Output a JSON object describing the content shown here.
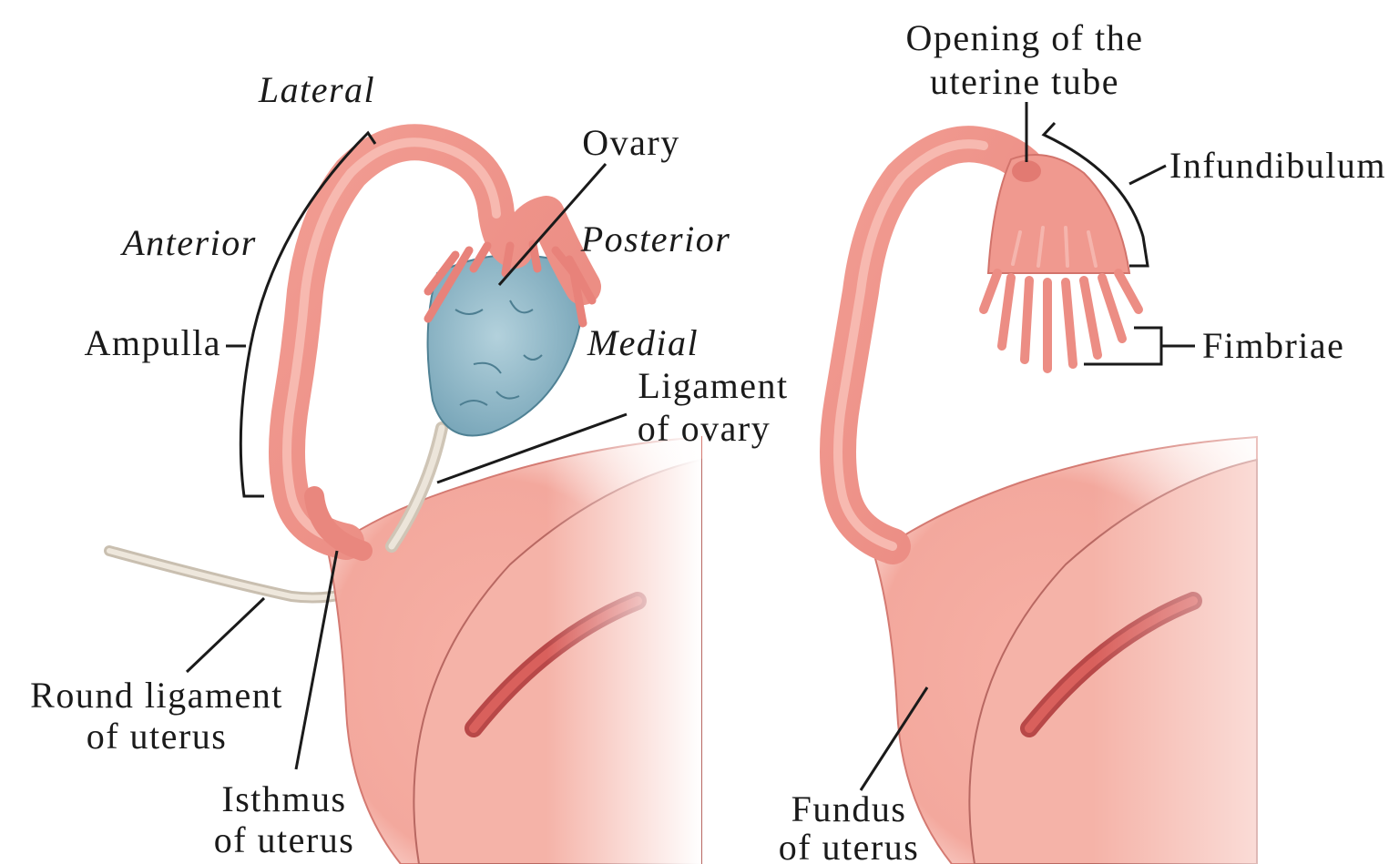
{
  "figures": {
    "left": {
      "directions": {
        "lateral": "Lateral",
        "anterior": "Anterior",
        "posterior": "Posterior",
        "medial": "Medial"
      },
      "labels": {
        "ovary": "Ovary",
        "ampulla": "Ampulla",
        "ligament_of_ovary_line1": "Ligament",
        "ligament_of_ovary_line2": "of ovary",
        "round_ligament_line1": "Round ligament",
        "round_ligament_line2": "of uterus",
        "isthmus_line1": "Isthmus",
        "isthmus_line2": "of uterus"
      }
    },
    "right": {
      "labels": {
        "opening_line1": "Opening of the",
        "opening_line2": "uterine tube",
        "infundibulum": "Infundibulum",
        "fimbriae": "Fimbriae",
        "fundus_line1": "Fundus",
        "fundus_line2": "of uterus"
      }
    }
  },
  "colors": {
    "tissue": "#ef8f86",
    "tissue_dark": "#c95a55",
    "tissue_light": "#f9c9bf",
    "ovary": "#8fb8c8",
    "ovary_dark": "#5b8ea3",
    "ligament": "#ddd4c6"
  }
}
